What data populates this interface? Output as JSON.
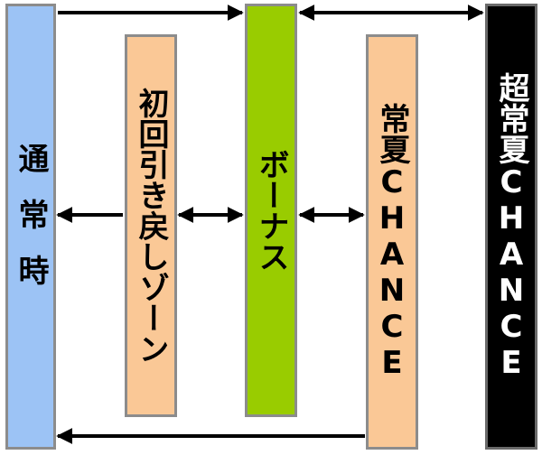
{
  "boxes": {
    "normal": "通常時",
    "first_return": "初回引き戻しゾーン",
    "bonus": "ボーナス",
    "summer_chance": "常夏CHANCE",
    "super_summer_chance": "超常夏CHANCE"
  },
  "colors": {
    "normal": "#9cc3f5",
    "first_return": "#fac896",
    "bonus": "#99cc00",
    "summer_chance": "#fac896",
    "super_summer_chance": "#000000",
    "arrow": "#000000"
  }
}
